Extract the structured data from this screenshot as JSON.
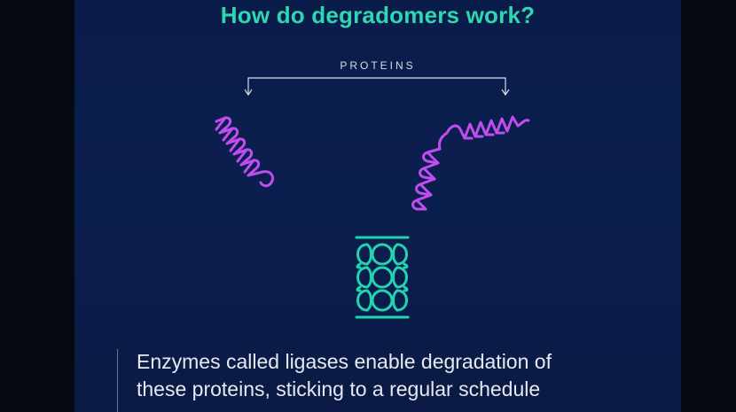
{
  "slide": {
    "title": "How do degradomers work?",
    "proteins_label": "PROTEINS",
    "caption_line_1": "Enzymes called ligases enable degradation of",
    "caption_line_2": "these proteins, sticking to a regular schedule"
  },
  "colors": {
    "title": "#2fd6b0",
    "protein": "#c04df0",
    "ligase": "#22d3b0",
    "background": "#0b1f4f"
  },
  "icons": [
    "protein-helix-left-icon",
    "protein-helix-right-icon",
    "ligase-icon",
    "bracket-arrow-icon"
  ]
}
